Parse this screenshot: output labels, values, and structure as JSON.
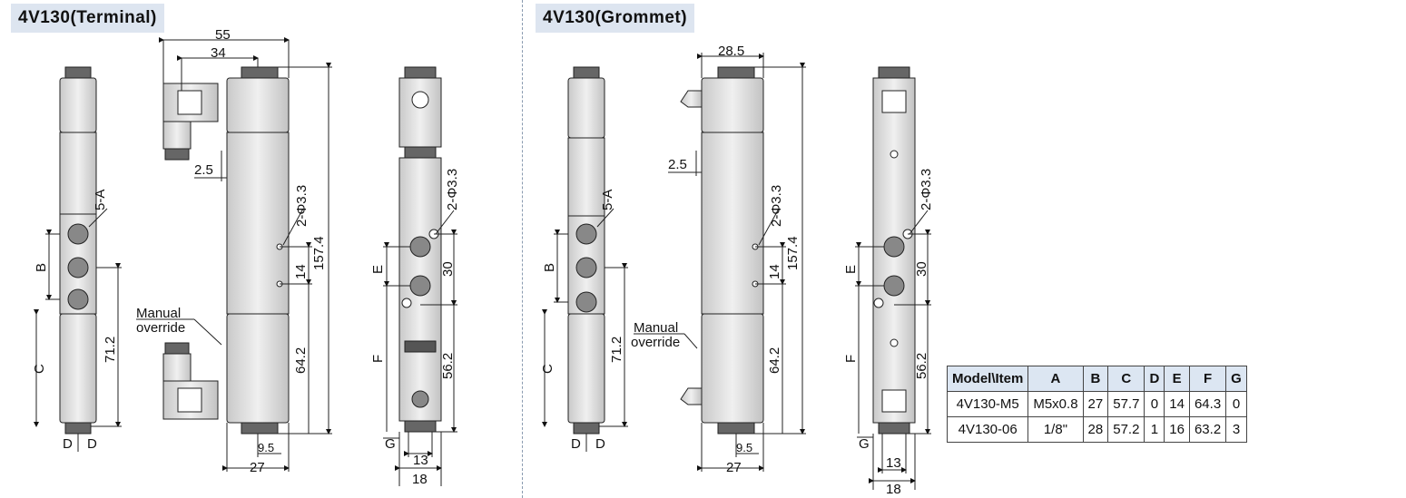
{
  "titles": {
    "left": "4V130(Terminal)",
    "right": "4V130(Grommet)"
  },
  "terminal": {
    "dim_55": "55",
    "dim_34": "34",
    "dim_2_5": "2.5",
    "dim_2phi": "2-Φ3.3",
    "dim_157_4": "157.4",
    "dim_14": "14",
    "dim_64_2": "64.2",
    "dim_71_2": "71.2",
    "dim_9_5": "9.5",
    "dim_27": "27",
    "dim_30": "30",
    "dim_56_2": "56.2",
    "dim_13": "13",
    "dim_18": "18",
    "dim_5a": "5-A",
    "letter_b": "B",
    "letter_c": "C",
    "letter_d1": "D",
    "letter_d2": "D",
    "letter_e": "E",
    "letter_f": "F",
    "letter_g": "G",
    "manual_1": "Manual",
    "manual_2": "override",
    "dim_2phi_side": "2-Φ3.3"
  },
  "grommet": {
    "dim_28_5": "28.5",
    "dim_2_5": "2.5",
    "dim_2phi": "2-Φ3.3",
    "dim_157_4": "157.4",
    "dim_14": "14",
    "dim_64_2": "64.2",
    "dim_71_2": "71.2",
    "dim_9_5": "9.5",
    "dim_27": "27",
    "dim_30": "30",
    "dim_56_2": "56.2",
    "dim_13": "13",
    "dim_18": "18",
    "dim_5a": "5-A",
    "letter_b": "B",
    "letter_c": "C",
    "letter_d1": "D",
    "letter_d2": "D",
    "letter_e": "E",
    "letter_f": "F",
    "letter_g": "G",
    "manual_1": "Manual",
    "manual_2": "override",
    "dim_2phi_side": "2-Φ3.3"
  },
  "table": {
    "headers": [
      "Model\\Item",
      "A",
      "B",
      "C",
      "D",
      "E",
      "F",
      "G"
    ],
    "rows": [
      [
        "4V130-M5",
        "M5x0.8",
        "27",
        "57.7",
        "0",
        "14",
        "64.3",
        "0"
      ],
      [
        "4V130-06",
        "1/8\"",
        "28",
        "57.2",
        "1",
        "16",
        "63.2",
        "3"
      ]
    ]
  }
}
